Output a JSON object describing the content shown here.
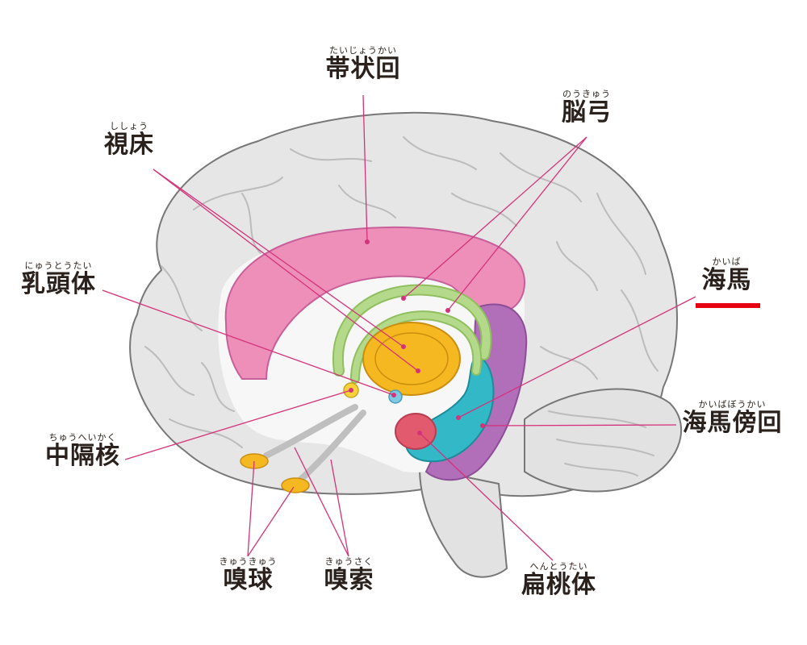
{
  "colors": {
    "leader_line": "#d4327a",
    "highlight_underline": "#e60012",
    "cingulate": "#ee8fb9",
    "fornix": "#b5d98a",
    "thalamus": "#f6b820",
    "hippocampus": "#33b8c7",
    "parahippocampal": "#b06fb8",
    "amygdala": "#e25a6e",
    "olfactory": "#f6b820",
    "brain": "#e6e6e6"
  },
  "labels": {
    "cingulate": {
      "ruby": "たいじょうかい",
      "kanji": "帯状回"
    },
    "fornix": {
      "ruby": "のうきゅう",
      "kanji": "脳弓"
    },
    "thalamus": {
      "ruby": "ししょう",
      "kanji": "視床"
    },
    "mammillary": {
      "ruby": "にゅうとうたい",
      "kanji": "乳頭体"
    },
    "hippocampus": {
      "ruby": "かいば",
      "kanji": "海馬"
    },
    "parahippocampal": {
      "ruby": "かいばぼうかい",
      "kanji": "海馬傍回"
    },
    "septal": {
      "ruby": "ちゅうへいかく",
      "kanji": "中隔核"
    },
    "olfactory_bulb": {
      "ruby": "きゅうきゅう",
      "kanji": "嗅球"
    },
    "olfactory_tract": {
      "ruby": "きゅうさく",
      "kanji": "嗅索"
    },
    "amygdala": {
      "ruby": "へんとうたい",
      "kanji": "扁桃体"
    }
  }
}
